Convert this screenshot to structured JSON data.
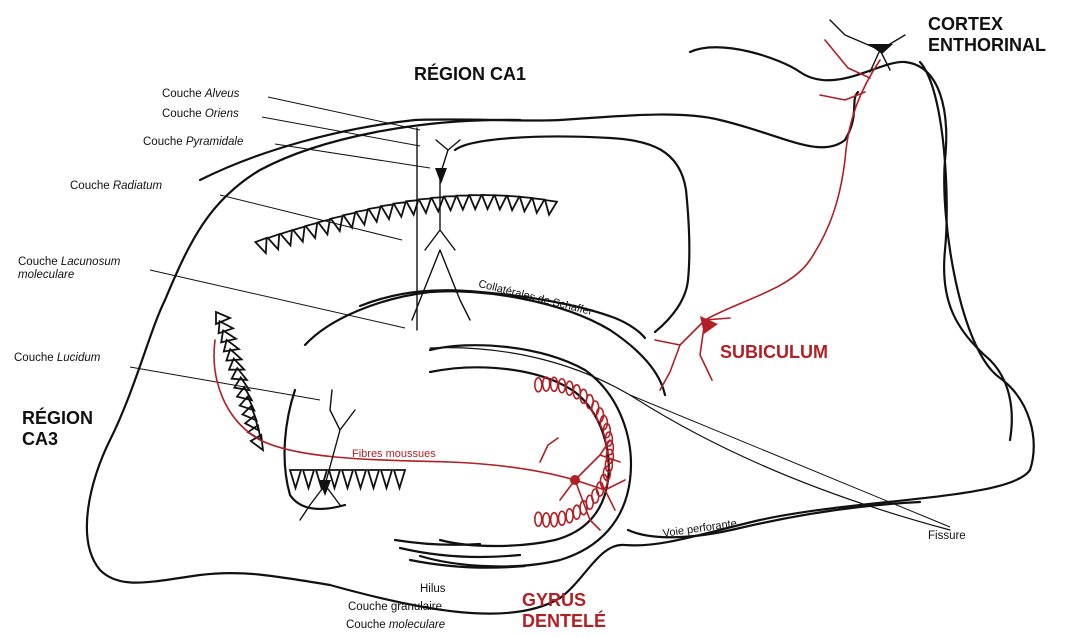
{
  "colors": {
    "line": "#111111",
    "accent": "#b21f24",
    "background": "#ffffff"
  },
  "regions": {
    "cortex_line1": "CORTEX",
    "cortex_line2": "ENTHORINAL",
    "ca1": "RÉGION CA1",
    "ca3_line1": "RÉGION",
    "ca3_line2": "CA3",
    "subiculum": "SUBICULUM",
    "gyrus_line1": "GYRUS",
    "gyrus_line2": "DENTELÉ"
  },
  "layers": {
    "alveus": {
      "prefix": "Couche ",
      "name": "Alveus"
    },
    "oriens": {
      "prefix": "Couche ",
      "name": "Oriens"
    },
    "pyramidale": {
      "prefix": "Couche ",
      "name": "Pyramidale"
    },
    "radiatum": {
      "prefix": "Couche ",
      "name": "Radiatum"
    },
    "lacunosum": {
      "prefix": "Couche ",
      "name": "Lacunosum",
      "name2": "moleculare"
    },
    "lucidum": {
      "prefix": "Couche ",
      "name": "Lucidum"
    }
  },
  "dentate_layers": {
    "hilus": "Hilus",
    "granulaire": "Couche granulaire",
    "moleculare_prefix": "Couche ",
    "moleculare_name": "moleculare"
  },
  "pathways": {
    "schaffer": "Collatérales de Schaffer",
    "mossy": "Fibres moussues",
    "perforant": "Voie perforante",
    "fissure": "Fissure"
  }
}
